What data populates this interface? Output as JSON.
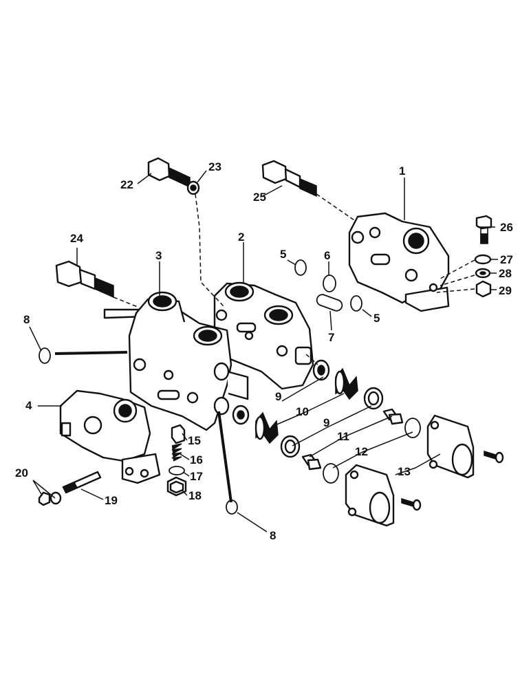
{
  "labels": {
    "l1": "1",
    "l2": "2",
    "l3": "3",
    "l4": "4",
    "l5a": "5",
    "l5b": "5",
    "l6": "6",
    "l7": "7",
    "l8a": "8",
    "l8b": "8",
    "l9a": "9",
    "l9b": "9",
    "l10": "10",
    "l11": "11",
    "l12": "12",
    "l13": "13",
    "l15": "15",
    "l16": "16",
    "l17": "17",
    "l18": "18",
    "l19": "19",
    "l20": "20",
    "l22": "22",
    "l23": "23",
    "l24": "24",
    "l25": "25",
    "l26": "26",
    "l27": "27",
    "l28": "28",
    "l29": "29"
  }
}
